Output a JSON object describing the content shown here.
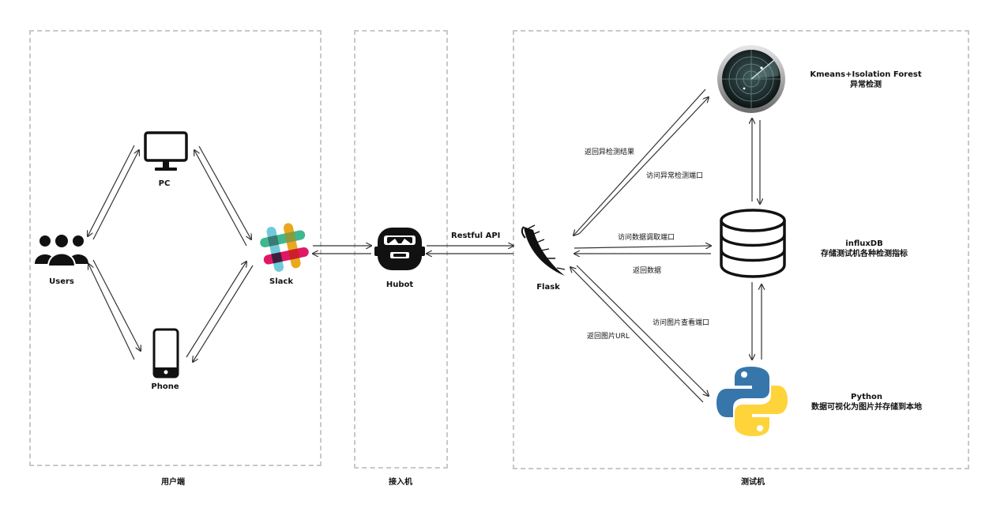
{
  "zones": {
    "user": "用户端",
    "access": "接入机",
    "test": "测试机"
  },
  "nodes": {
    "users": "Users",
    "pc": "PC",
    "phone": "Phone",
    "slack": "Slack",
    "hubot": "Hubot",
    "flask": "Flask"
  },
  "descriptions": {
    "kmeans_line1": "Kmeans+Isolation Forest",
    "kmeans_line2": "异常检测",
    "influx_line1": "influxDB",
    "influx_line2": "存储测试机各种检测指标",
    "python_line1": "Python",
    "python_line2": "数据可视化为图片并存储到本地"
  },
  "edges": {
    "restful_api": "Restful API",
    "return_anomaly": "返回异检测结果",
    "access_anomaly": "访问异常检测端口",
    "access_data": "访问数据调取端口",
    "return_data": "返回数据",
    "access_image": "访问图片查看端口",
    "return_image_url": "返回图片URL"
  },
  "icons": {
    "users": "users-group-icon",
    "pc": "monitor-icon",
    "phone": "smartphone-icon",
    "slack": "slack-logo-icon",
    "hubot": "hubot-robot-icon",
    "flask": "flask-horn-logo-icon",
    "radar": "radar-icon",
    "database": "database-icon",
    "python": "python-logo-icon"
  }
}
